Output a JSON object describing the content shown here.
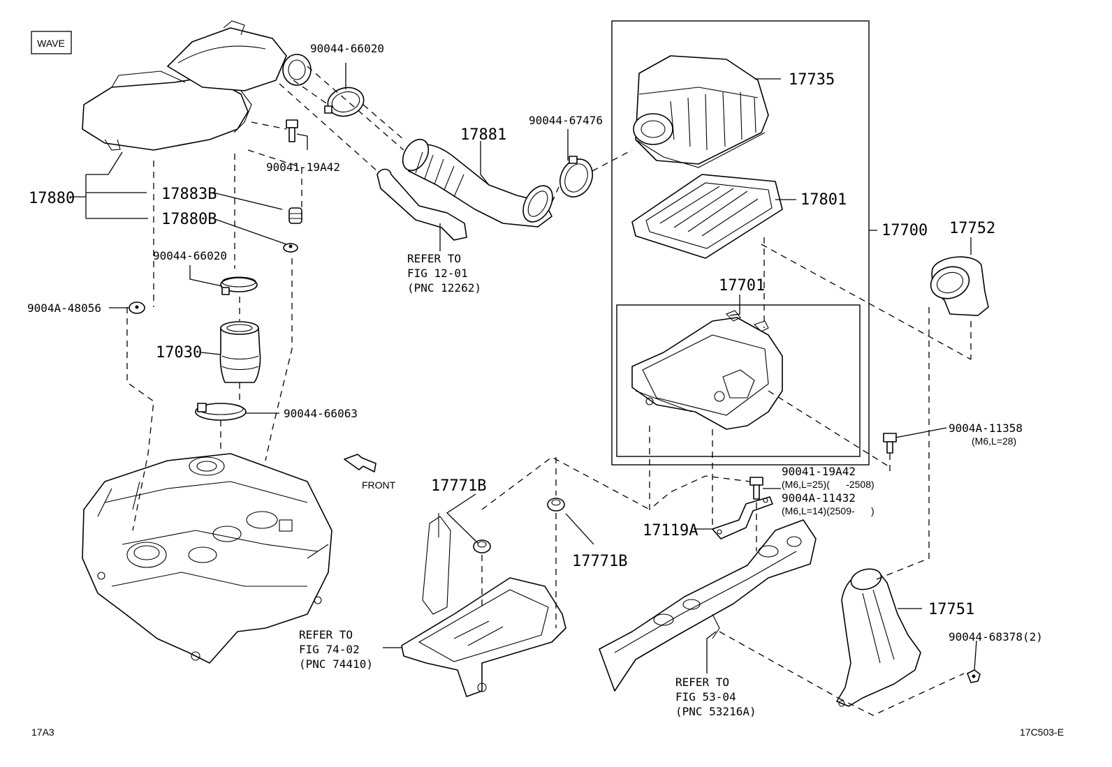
{
  "header": {
    "variant_tag": "WAVE"
  },
  "footer": {
    "left_code": "17A3",
    "right_code": "17C503-E"
  },
  "direction": {
    "label": "FRONT"
  },
  "labels": {
    "p17880": "17880",
    "p17883B": "17883B",
    "p17880B": "17880B",
    "c9004466020_top": "90044-66020",
    "b9004119A42_top": "90041-19A42",
    "c9004466020_mid": "90044-66020",
    "g9004A48056": "9004A-48056",
    "p17030": "17030",
    "c9004466063": "90044-66063",
    "p17881": "17881",
    "c9004467476": "90044-67476",
    "ref1201_l1": "REFER TO",
    "ref1201_l2": "FIG 12-01",
    "ref1201_l3": "(PNC 12262)",
    "p17735": "17735",
    "p17801": "17801",
    "p17700": "17700",
    "p17701": "17701",
    "p17752": "17752",
    "b9004A11358": "9004A-11358",
    "b9004A11358_spec": "(M6,L=28)",
    "b9004119A42_r": "90041-19A42",
    "b9004119A42_r_spec": "(M6,L=25)(      -2508)",
    "b9004A11432": "9004A-11432",
    "b9004A11432_spec": "(M6,L=14)(2509-      )",
    "p17119A": "17119A",
    "p17771B_a": "17771B",
    "p17771B_b": "17771B",
    "ref7402_l1": "REFER TO",
    "ref7402_l2": "FIG 74-02",
    "ref7402_l3": "(PNC 74410)",
    "ref5304_l1": "REFER TO",
    "ref5304_l2": "FIG 53-04",
    "ref5304_l3": "(PNC 53216A)",
    "p17751": "17751",
    "s9004468378": "90044-68378(2)"
  },
  "icons": [
    "front-arrow-icon"
  ]
}
